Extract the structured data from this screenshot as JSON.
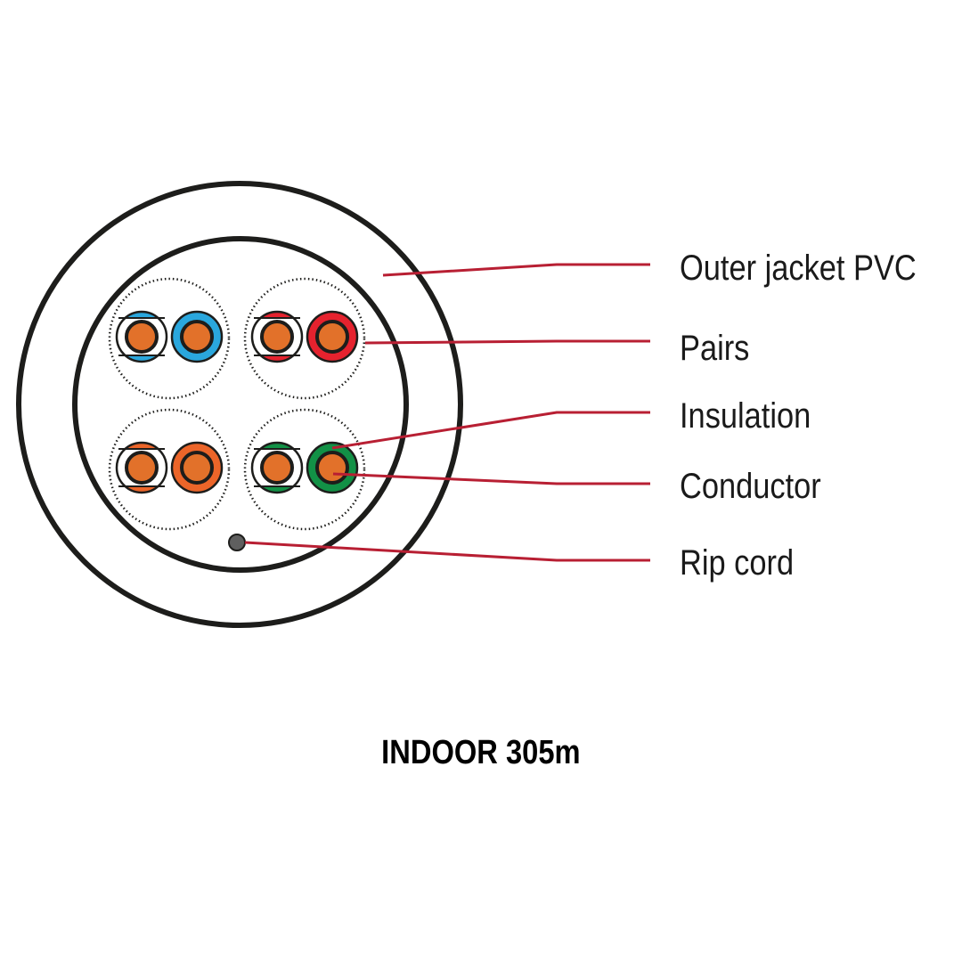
{
  "title": "Cable cross-section",
  "labels": {
    "outer_jacket": "Outer jacket PVC",
    "pairs": "Pairs",
    "insulation": "Insulation",
    "conductor": "Conductor",
    "rip_cord": "Rip cord"
  },
  "caption": "INDOOR 305m",
  "pairs": [
    {
      "name": "blue",
      "color": "#2aa7dd"
    },
    {
      "name": "red",
      "color": "#e5222e"
    },
    {
      "name": "orange",
      "color": "#ec6529"
    },
    {
      "name": "green",
      "color": "#129146"
    }
  ],
  "colors": {
    "conductor": "#e2712a",
    "leader_line": "#b81f33",
    "outline": "#1d1d1b",
    "rip_cord": "#5f5f5f"
  }
}
